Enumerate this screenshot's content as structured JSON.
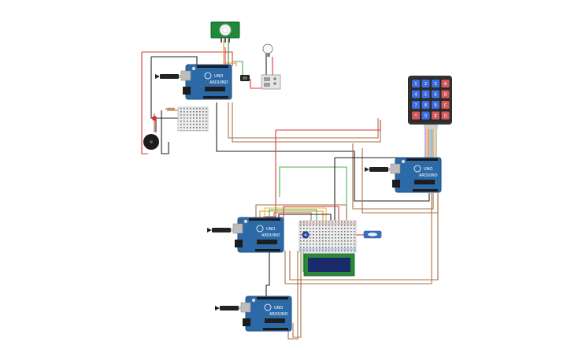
{
  "board": {
    "brand_text": "UNO",
    "maker_text": "ARDUINO"
  },
  "keypad": {
    "keys": [
      "1",
      "2",
      "3",
      "A",
      "4",
      "5",
      "6",
      "B",
      "7",
      "8",
      "9",
      "C",
      "*",
      "0",
      "#",
      "D"
    ]
  },
  "colors": {
    "board": "#2c6aa7",
    "board_edge": "#1f4f80",
    "wire_red": "#d93a3a",
    "wire_black": "#222222",
    "wire_brown": "#a7714a",
    "wire_green": "#4caf50",
    "wire_orange": "#e58f2f",
    "wire_yellow": "#d9c33a",
    "breadboard": "#e9e9e9",
    "lcd_screen": "#1a2a6b",
    "lcd_pcb": "#2b8a3a",
    "keypad_body": "#2b2b2b",
    "keypad_key": "#3d6fe0",
    "keypad_key_alpha": "#d45a5a",
    "pir": "#1f8a3a"
  },
  "icons": {
    "usb_cable": "usb-cable-icon",
    "bulb": "lightbulb-icon",
    "buzzer": "piezo-buzzer-icon",
    "led": "led-icon",
    "servo": "servo-icon",
    "pot": "potentiometer-icon",
    "pir": "pir-sensor-icon"
  }
}
